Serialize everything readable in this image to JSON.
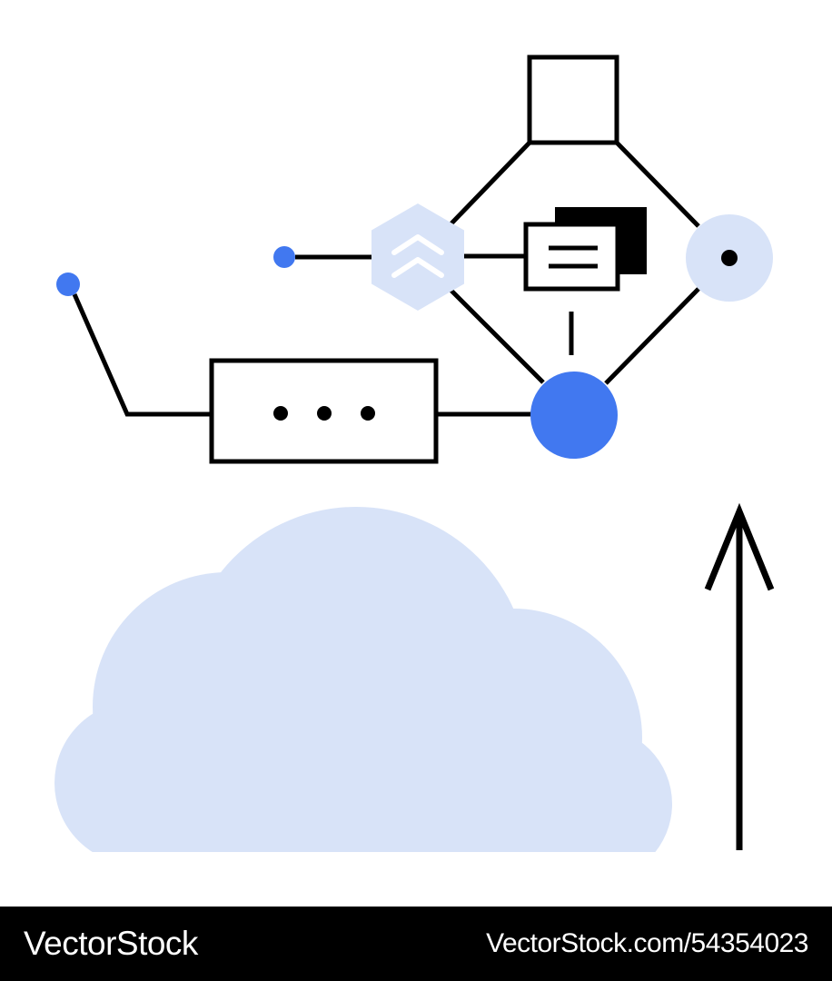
{
  "watermark": {
    "brand": "VectorStock",
    "attribution": "VectorStock.com/54354023",
    "bar_color": "#000000",
    "text_color": "#ffffff"
  },
  "illustration": {
    "description": "Abstract network diagram: square, chevron hexagon, document card, dotted circle, filled circle node and ellipsis box connected by lines, above a large cloud and an upward arrow",
    "colors": {
      "accent_blue": "#4178f0",
      "light_blue": "#d8e3f8",
      "line_black": "#000000",
      "white": "#ffffff"
    },
    "icons": [
      {
        "name": "square-node"
      },
      {
        "name": "hexagon-chevrons-icon"
      },
      {
        "name": "document-card-icon"
      },
      {
        "name": "dot-circle-icon"
      },
      {
        "name": "blue-circle-node"
      },
      {
        "name": "ellipsis-box-icon"
      },
      {
        "name": "small-dot-node-left"
      },
      {
        "name": "small-dot-node-mid"
      },
      {
        "name": "cloud-icon"
      },
      {
        "name": "up-arrow-icon"
      }
    ]
  }
}
